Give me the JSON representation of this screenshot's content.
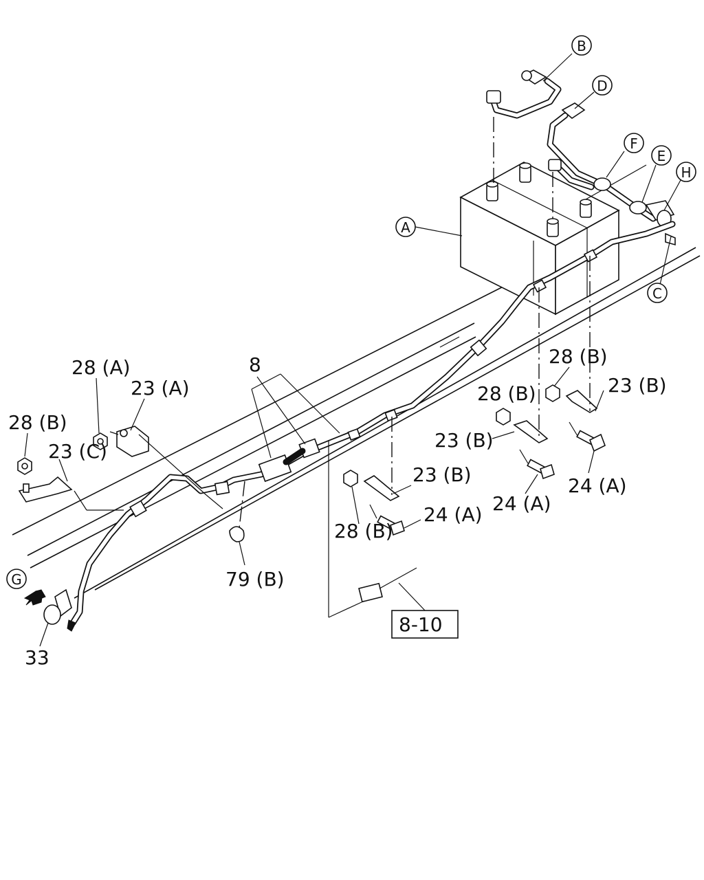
{
  "circle_labels": {
    "A": "A",
    "B": "B",
    "C": "C",
    "D": "D",
    "E": "E",
    "F": "F",
    "G": "G",
    "H": "H"
  },
  "part_labels": {
    "p8": "8",
    "p28a": "28 (A)",
    "p23a": "23 (A)",
    "p28b_left": "28 (B)",
    "p23c": "23 (C)",
    "p28b_right": "28 (B)",
    "p23b_right": "23 (B)",
    "p28b_mid": "28 (B)",
    "p23b_mid": "23 (B)",
    "p24a_right": "24 (A)",
    "p24a_mid": "24 (A)",
    "p23b_low": "23 (B)",
    "p24a_low": "24 (A)",
    "p28b_low": "28 (B)",
    "p79b": "79 (B)",
    "p33": "33",
    "ref_box": "8-10"
  }
}
